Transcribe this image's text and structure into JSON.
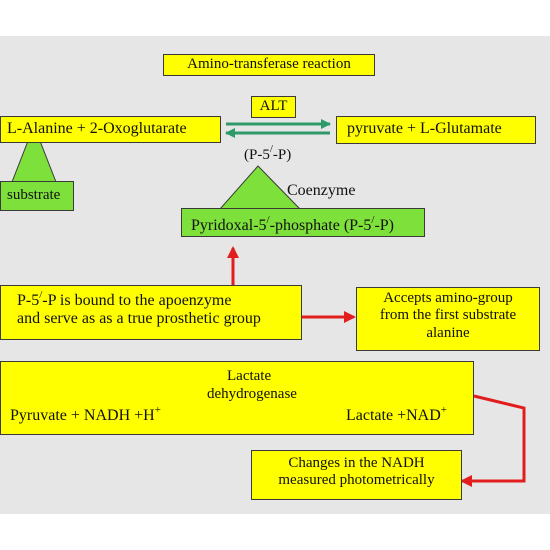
{
  "title": "Amino-transferase reaction",
  "alt_reaction": {
    "enzyme": "ALT",
    "substrates": "L-Alanine + 2-Oxoglutarate",
    "products": "pyruvate + L-Glutamate",
    "cofactor_label": "(P-5/-P)",
    "substrate_callout": "substrate",
    "coenzyme_label": "Coenzyme",
    "coenzyme_name": "Pyridoxal-5/-phosphate (P-5/-P)"
  },
  "prosthetic": {
    "text_line1": "P-5/-P is bound to the apoenzyme",
    "text_line2": "and serve as as a true prosthetic group",
    "accepts_line1": "Accepts amino-group",
    "accepts_line2": "from the first substrate",
    "accepts_line3": "alanine"
  },
  "ldh_reaction": {
    "enzyme_line1": "Lactate",
    "enzyme_line2": "dehydrogenase",
    "substrates": "Pyruvate + NADH +H+",
    "products": "Lactate +NAD+"
  },
  "measurement": {
    "line1": "Changes in the NADH",
    "line2": "measured photometrically"
  },
  "colors": {
    "background": "#e6e6e6",
    "yellow": "#ffff00",
    "green": "#7ee03a",
    "arrow_green": "#2e9a6a",
    "arrow_red": "#e11d1d"
  }
}
